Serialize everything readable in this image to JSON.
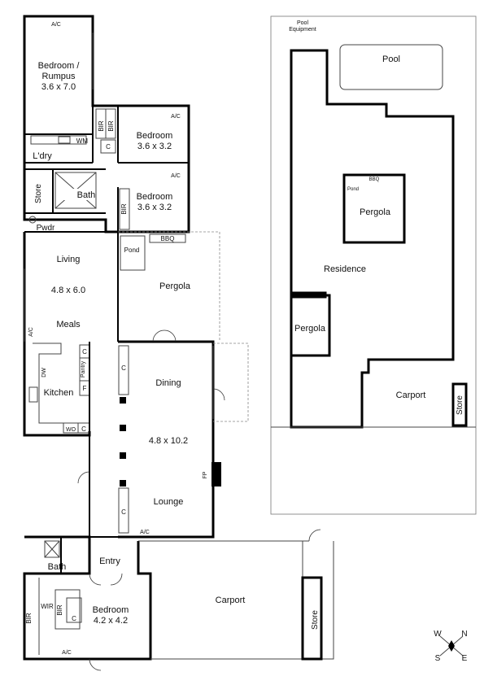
{
  "left_plan": {
    "ac_top": "A/C",
    "bedroom_rumpus_label_1": "Bedroom /",
    "bedroom_rumpus_label_2": "Rumpus",
    "bedroom_rumpus_dim": "3.6 x 7.0",
    "bir1": "BIR",
    "bir2": "BIR",
    "c_bed2": "C",
    "ac_bed2": "A/C",
    "bedroom2_label": "Bedroom",
    "bedroom2_dim": "3.6 x 3.2",
    "wm": "WM",
    "laundry": "L'dry",
    "ac_bed3": "A/C",
    "store": "Store",
    "bath1": "Bath",
    "bir3": "BIR",
    "bedroom3_label": "Bedroom",
    "bedroom3_dim": "3.6 x 3.2",
    "pwdr": "Pwdr",
    "bbq": "BBQ",
    "pond": "Pond",
    "living": "Living",
    "living_dim": "4.8 x 6.0",
    "pergola": "Pergola",
    "meals": "Meals",
    "ac_living": "A/C",
    "c_pantry": "C",
    "pantry": "Pantry",
    "f_kitchen": "F",
    "dw": "DW",
    "kitchen": "Kitchen",
    "wo": "WO",
    "c_kitchen": "C",
    "c_dining": "C",
    "dining": "Dining",
    "dining_lounge_dim": "4.8 x 10.2",
    "fp": "FP",
    "c_lounge": "C",
    "lounge": "Lounge",
    "ac_lounge": "A/C",
    "bath2": "Bath",
    "entry": "Entry",
    "bir_master_side": "BIR",
    "wir": "WIR",
    "bir_master": "BIR",
    "c_master": "C",
    "bedroom_master_label": "Bedroom",
    "bedroom_master_dim": "4.2 x 4.2",
    "ac_master": "A/C",
    "carport": "Carport",
    "store2": "Store"
  },
  "site_plan": {
    "pool_equipment_1": "Pool",
    "pool_equipment_2": "Equipment",
    "pool": "Pool",
    "bbq": "BBQ",
    "pond": "Pond",
    "pergola_1": "Pergola",
    "residence": "Residence",
    "pergola_2": "Pergola",
    "carport": "Carport",
    "store": "Store"
  },
  "compass": {
    "w": "W",
    "n": "N",
    "s": "S",
    "e": "E"
  }
}
